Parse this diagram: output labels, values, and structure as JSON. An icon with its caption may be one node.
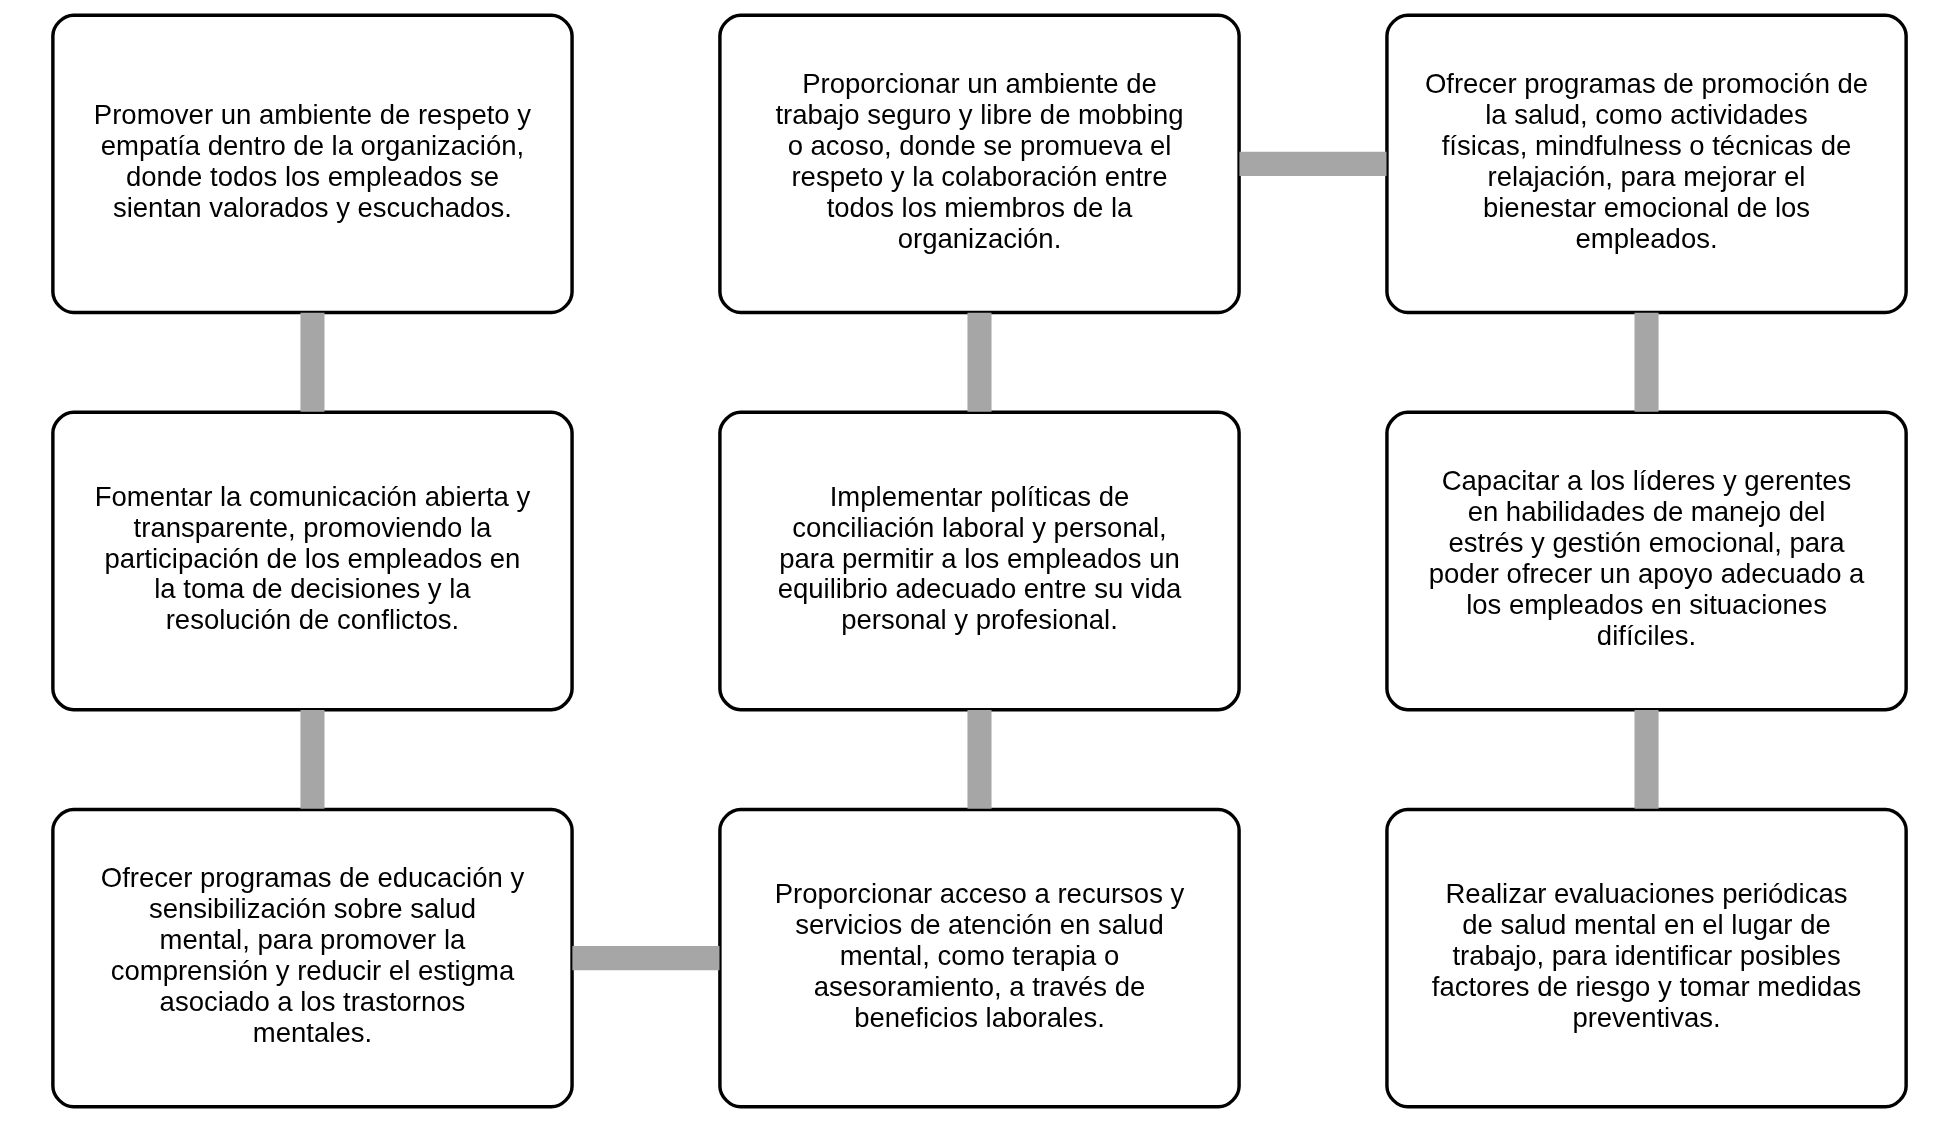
{
  "diagram": {
    "nodes": [
      {
        "text": [
          "Promover un ambiente de respeto y empatía dentro de la organización, donde todos los empleados se sientan valorados y escuchados."
        ]
      },
      {
        "text": [
          "Proporcionar un ambiente de trabajo seguro y libre de mobbing o acoso, donde se promueva el respeto y la colaboración entre todos los miembros de la organización."
        ]
      },
      {
        "text": [
          "Ofrecer programas de promoción de la salud, como actividades físicas, mindfulness o técnicas de relajación, para mejorar el bienestar emocional de los empleados."
        ]
      },
      {
        "text": [
          "Fomentar la comunicación abierta y transparente, promoviendo la participación de los empleados en la toma de decisiones y la resolución de conflictos."
        ]
      },
      {
        "text": [
          "Implementar políticas de conciliación laboral y personal, para permitir a los empleados un equilibrio adecuado entre su vida personal y profesional."
        ]
      },
      {
        "text": [
          "Capacitar a los líderes y gerentes en habilidades de manejo del estrés y gestión emocional, para poder ofrecer un apoyo adecuado a los empleados en situaciones difíciles."
        ]
      },
      {
        "text": [
          "Ofrecer programas de educación y sensibilización sobre salud mental, para promover la comprensión y reducir el estigma asociado a los trastornos mentales."
        ]
      },
      {
        "text": [
          "Proporcionar acceso a recursos y servicios de atención en salud mental, como terapia o asesoramiento, a través de beneficios laborales."
        ]
      },
      {
        "text": [
          "Realizar evaluaciones periódicas de salud mental en el lugar de trabajo, para identificar posibles factores de riesgo y tomar medidas preventivas."
        ]
      }
    ],
    "edges": [
      {
        "from": 0,
        "to": 3,
        "arrow": "none"
      },
      {
        "from": 3,
        "to": 6,
        "arrow": "none"
      },
      {
        "from": 6,
        "to": 7,
        "arrow": "none"
      },
      {
        "from": 7,
        "to": 4,
        "arrow": "none"
      },
      {
        "from": 4,
        "to": 1,
        "arrow": "none"
      },
      {
        "from": 1,
        "to": 2,
        "arrow": "none"
      },
      {
        "from": 2,
        "to": 5,
        "arrow": "none"
      },
      {
        "from": 5,
        "to": 8,
        "arrow": "none"
      }
    ]
  }
}
